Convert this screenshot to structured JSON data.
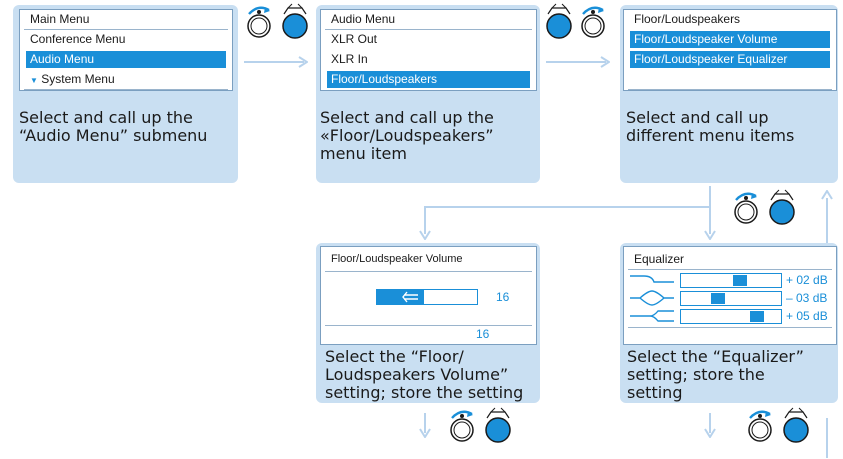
{
  "panel1": {
    "title": "Main Menu",
    "items": [
      "Conference Menu",
      "Audio Menu",
      "System Menu"
    ],
    "caption": [
      "Select and call up the",
      "“Audio Menu” submenu"
    ]
  },
  "panel2": {
    "title": "Audio Menu",
    "items": [
      "XLR Out",
      "XLR In",
      "Floor/Loudspeakers"
    ],
    "caption": [
      "Select and call up the",
      "«Floor/Loudspeakers”",
      "menu item"
    ]
  },
  "panel3": {
    "title": "Floor/Loudspeakers",
    "items": [
      "Floor/Loudspeaker Volume",
      "Floor/Loudspeaker Equalizer"
    ],
    "caption": [
      "Select and call up",
      "different menu items"
    ]
  },
  "panel4": {
    "title": "Floor/Loudspeaker Volume",
    "value": "16",
    "footer_value": "16",
    "level_fraction": 0.47,
    "caption": [
      "Select the “Floor/",
      "Loudspeakers Volume”",
      "setting; store the setting"
    ]
  },
  "panel5": {
    "title": "Equalizer",
    "bands": [
      {
        "label": "+ 02 dB",
        "position": 0.6
      },
      {
        "label": "– 03 dB",
        "position": 0.35
      },
      {
        "label": "+ 05 dB",
        "position": 0.8
      }
    ],
    "caption": [
      "Select the “Equalizer”",
      "setting; store the",
      "setting"
    ]
  },
  "colors": {
    "highlight": "#1a8fd8",
    "card": "#c9dff2",
    "knob_fill": "#1a8fd8",
    "arrow": "#b7d2ec"
  }
}
